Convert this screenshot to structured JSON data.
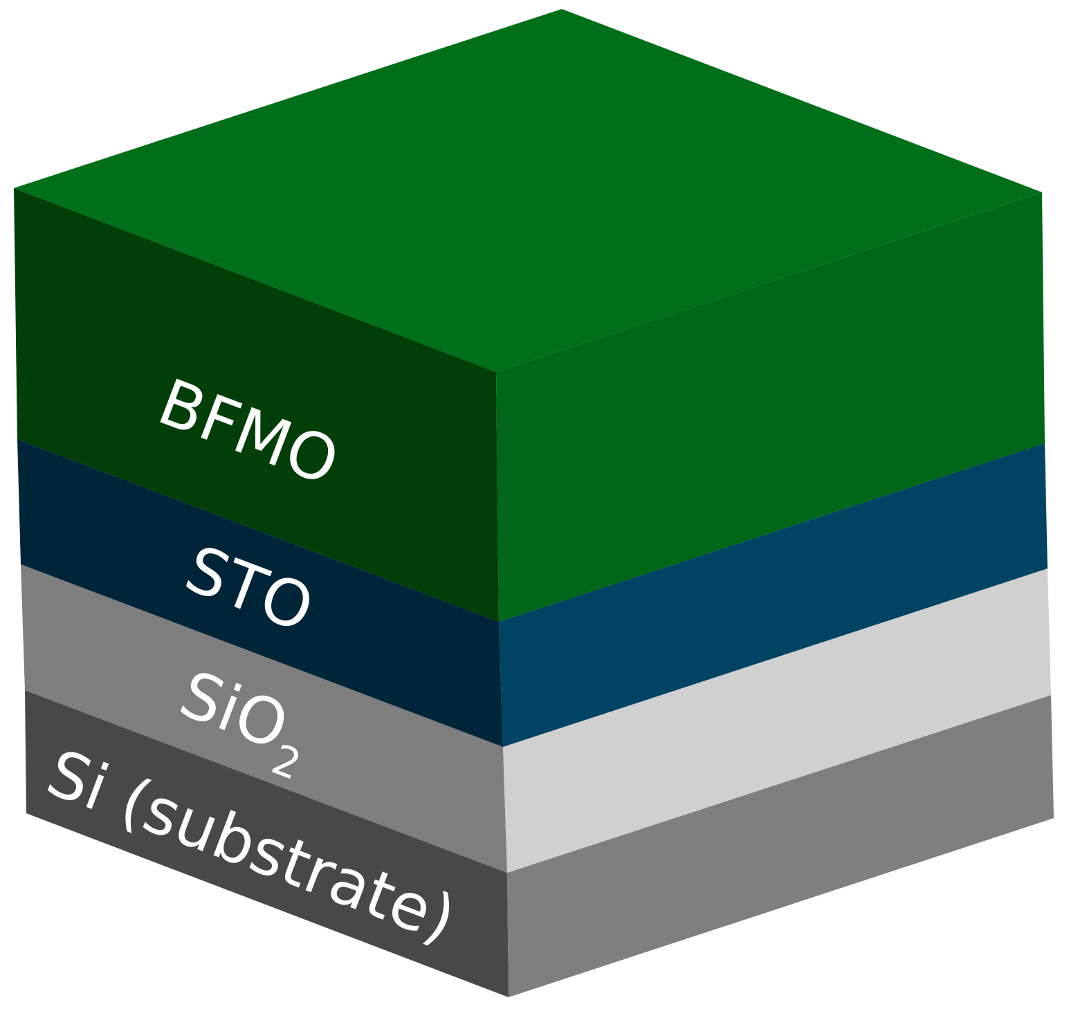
{
  "layers": [
    {
      "id": "si",
      "label": "Si (substrate)",
      "colors": {
        "left": "#484848",
        "right": "#7f7f7f"
      }
    },
    {
      "id": "sio2",
      "label_main": "SiO",
      "label_sub": "2",
      "colors": {
        "left": "#7e7e7e",
        "right": "#d0d0d0"
      }
    },
    {
      "id": "sto",
      "label": "STO",
      "colors": {
        "left": "#002538",
        "right": "#004363"
      }
    },
    {
      "id": "bfmo",
      "label": "BFMO",
      "colors": {
        "left": "#023f08",
        "right": "#016718",
        "top": "#006f1a"
      }
    }
  ]
}
